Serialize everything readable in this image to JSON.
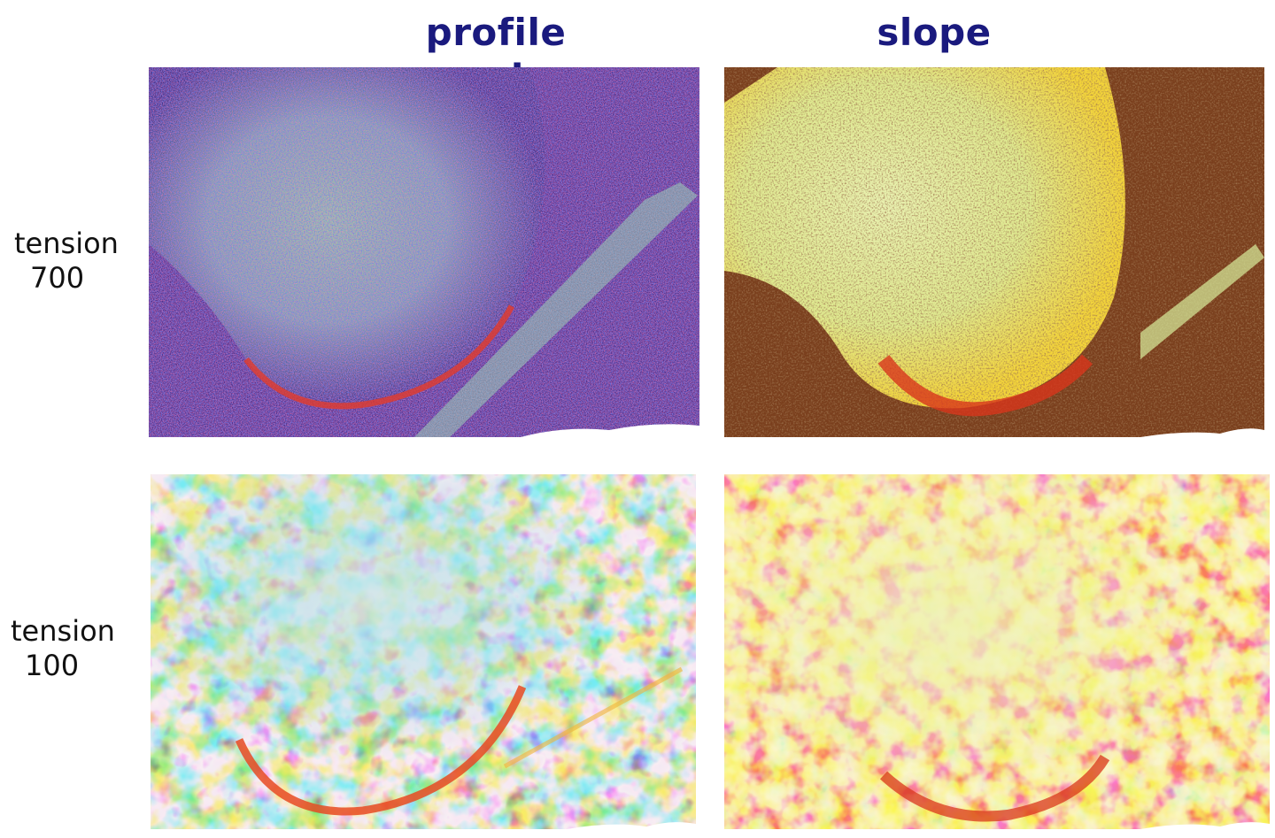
{
  "columns": {
    "curvature_title": "profile curvature",
    "slope_title": "slope"
  },
  "rows": {
    "top": {
      "line1": "tension",
      "line2": "700"
    },
    "bottom": {
      "line1": "tension",
      "line2": "100"
    }
  },
  "colors": {
    "title": "#1a1a7e",
    "curvature_palette": [
      "#2a2fbf",
      "#b3205a",
      "#6fd9d6",
      "#f2c94c",
      "#e34a2b"
    ],
    "slope_palette": [
      "#eef29a",
      "#f7e34f",
      "#e63a1f",
      "#5a2d1e",
      "#c7e89a"
    ]
  }
}
